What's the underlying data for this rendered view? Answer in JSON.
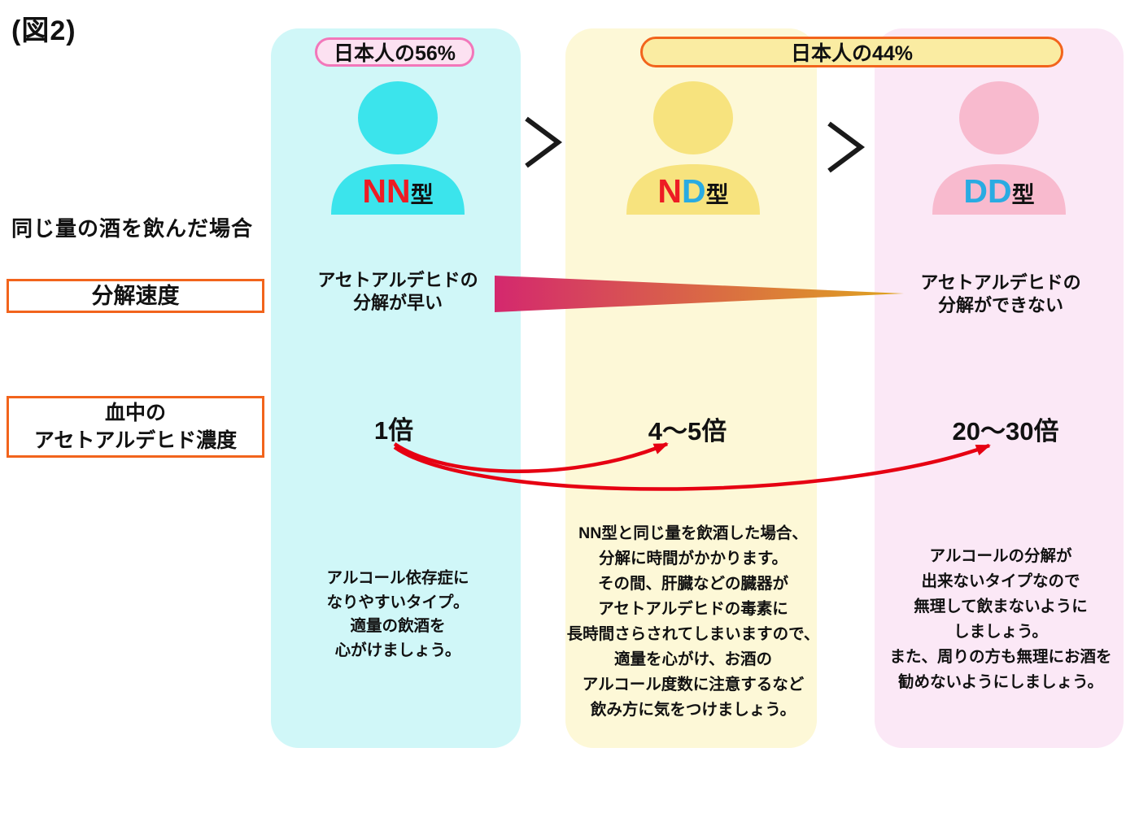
{
  "figure_label": "(図2)",
  "condition_label": "同じ量の酒を飲んだ場合",
  "row_labels": {
    "speed": "分解速度",
    "concentration_line1": "血中の",
    "concentration_line2": "アセトアルデヒド濃度"
  },
  "badges": {
    "nn": "日本人の56%",
    "nd_dd": "日本人の44%"
  },
  "columns": [
    {
      "letters": [
        {
          "char": "N",
          "color": "#ED1C24"
        },
        {
          "char": "N",
          "color": "#ED1C24"
        }
      ],
      "type_suffix": "型",
      "speed_lines": [
        "アセトアルデヒドの",
        "分解が早い"
      ],
      "concentration": "1倍",
      "description_lines": [
        "アルコール依存症に",
        "なりやすいタイプ。",
        "適量の飲酒を",
        "心がけましょう。"
      ]
    },
    {
      "letters": [
        {
          "char": "N",
          "color": "#ED1C24"
        },
        {
          "char": "D",
          "color": "#29ABE2"
        }
      ],
      "type_suffix": "型",
      "concentration": "4〜5倍",
      "description_lines": [
        "NN型と同じ量を飲酒した場合、",
        "分解に時間がかかります。",
        "その間、肝臓などの臓器が",
        "アセトアルデヒドの毒素に",
        "長時間さらされてしまいますので、",
        "適量を心がけ、お酒の",
        "アルコール度数に注意するなど",
        "飲み方に気をつけましょう。"
      ]
    },
    {
      "letters": [
        {
          "char": "D",
          "color": "#29ABE2"
        },
        {
          "char": "D",
          "color": "#29ABE2"
        }
      ],
      "type_suffix": "型",
      "speed_lines": [
        "アセトアルデヒドの",
        "分解ができない"
      ],
      "concentration": "20〜30倍",
      "description_lines": [
        "アルコールの分解が",
        "出来ないタイプなので",
        "無理して飲まないように",
        "しましょう。",
        "また、周りの方も無理にお酒を",
        "勧めないようにしましょう。"
      ]
    }
  ],
  "colors": {
    "panel_cyan": "#D0F7F8",
    "person_cyan": "#3BE4EC",
    "panel_yellow": "#FDF8D7",
    "person_yellow": "#F7E37E",
    "badge_yellow_bg": "#FAECA2",
    "panel_pink": "#FBE8F6",
    "person_pink": "#F8BACE",
    "badge_pink_bg": "#FCE1F1",
    "badge_pink_border": "#F277BA",
    "orange": "#F2641C",
    "chevron": "#1A1A1A",
    "arrow_red": "#E60012",
    "gradient_left": "#D4286E",
    "gradient_right": "#DFA51F"
  }
}
